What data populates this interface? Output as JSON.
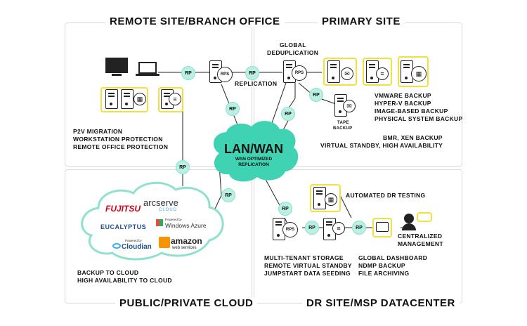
{
  "sections": {
    "remote": "REMOTE SITE/BRANCH OFFICE",
    "primary": "PRIMARY SITE",
    "cloud": "PUBLIC/PRIVATE CLOUD",
    "dr": "DR SITE/MSP DATACENTER"
  },
  "hub": {
    "title": "LAN/WAN",
    "subtitle_line1": "WAN OPTIMIZED",
    "subtitle_line2": "REPLICATION"
  },
  "rp_label": "RP",
  "rps_label": "RPS",
  "labels": {
    "replication": "REPLICATION",
    "global_dedup_line1": "GLOBAL",
    "global_dedup_line2": "DEDUPLICATION",
    "tape_line1": "TAPE",
    "tape_line2": "BACKUP",
    "automated_dr": "AUTOMATED DR TESTING",
    "centralized_line1": "CENTRALIZED",
    "centralized_line2": "MANAGEMENT"
  },
  "remote_features": [
    "P2V MIGRATION",
    "WORKSTATION PROTECTION",
    "REMOTE OFFICE PROTECTION"
  ],
  "primary_features": [
    "VMWARE BACKUP",
    "HYPER-V BACKUP",
    "IMAGE-BASED BACKUP",
    "PHYSICAL SYSTEM BACKUP"
  ],
  "primary_features2": [
    "BMR, XEN BACKUP",
    "VIRTUAL STANDBY, HIGH AVAILABILITY"
  ],
  "cloud_features": [
    "BACKUP TO CLOUD",
    "HIGH AVAILABILITY TO CLOUD"
  ],
  "dr_features_left": [
    "MULTI-TENANT STORAGE",
    "REMOTE VIRTUAL STANDBY",
    "JUMPSTART DATA SEEDING"
  ],
  "dr_features_right": [
    "GLOBAL DASHBOARD",
    "NDMP BACKUP",
    "FILE ARCHIVING"
  ],
  "logos": {
    "fujitsu": "FUJITSU",
    "arcserve": "arcserve",
    "arcserve_sub": "CLOUD",
    "eucalyptus": "EUCALYPTUS",
    "azure_small": "Powered by",
    "azure": "Windows Azure",
    "cloudian_small": "Powered by",
    "cloudian": "Cloudian",
    "amazon": "amazon",
    "amazon_sub": "web services"
  },
  "colors": {
    "accent": "#b8f0e2",
    "hub": "#3fd3b4",
    "highlight": "#f0e040",
    "cloud_stroke": "#8fe0cc",
    "border": "#d9d9d9"
  }
}
